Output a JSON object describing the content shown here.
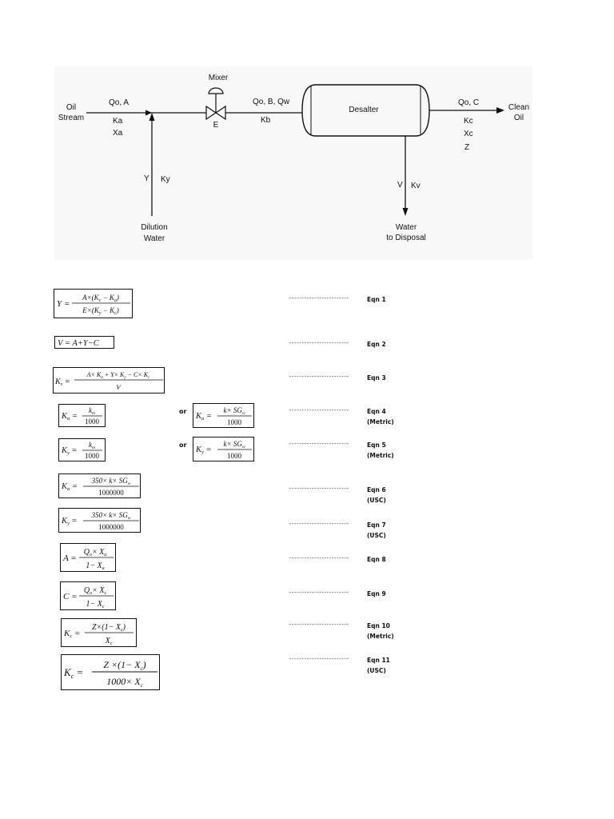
{
  "diagram": {
    "oil_stream": [
      "Oil",
      "Stream"
    ],
    "feed_vars": [
      "Qo, A",
      "Ka",
      "Xa"
    ],
    "mixer": "Mixer",
    "valve_label": "E",
    "mixed_vars": [
      "Qo, B, Qw",
      "Kb"
    ],
    "desalter": "Desalter",
    "clean_vars": [
      "Qo, C",
      "Kc",
      "Xc",
      "Z"
    ],
    "clean_oil": [
      "Clean",
      "Oil"
    ],
    "dilution_vars": [
      "Y",
      "Ky"
    ],
    "dilution_water": [
      "Dilution",
      "Water"
    ],
    "waste_vars": [
      "V",
      "Kv"
    ],
    "water_disposal": [
      "Water",
      "to Disposal"
    ]
  },
  "equations": {
    "or_label": "or",
    "dots": "------------------------",
    "labels": [
      [
        "Eqn 1"
      ],
      [
        "Eqn 2"
      ],
      [
        "Eqn 3"
      ],
      [
        "Eqn 4",
        "(Metric)"
      ],
      [
        "Eqn 5",
        "(Metric)"
      ],
      [
        "Eqn 6",
        "(USC)"
      ],
      [
        "Eqn 7",
        "(USC)"
      ],
      [
        "Eqn 8"
      ],
      [
        "Eqn 9"
      ],
      [
        "Eqn 10",
        "(Metric)"
      ],
      [
        "Eqn 11",
        "(USC)"
      ]
    ]
  }
}
